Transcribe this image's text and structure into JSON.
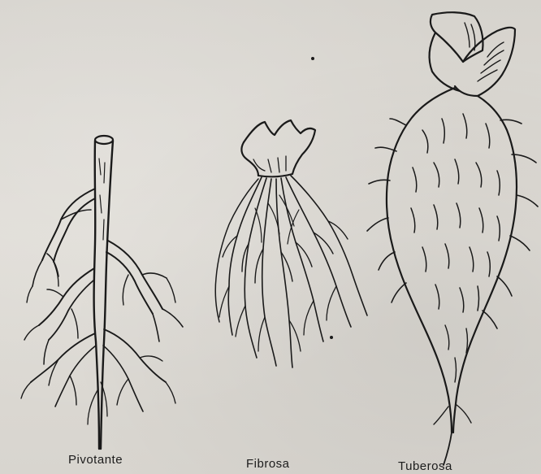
{
  "figure": {
    "labels": {
      "pivotante": "Pivotante",
      "fibrosa": "Fibrosa",
      "tuberosa": "Tuberosa"
    },
    "colors": {
      "ink": "#1a1a1a",
      "paper": "#dcd9d3"
    }
  }
}
